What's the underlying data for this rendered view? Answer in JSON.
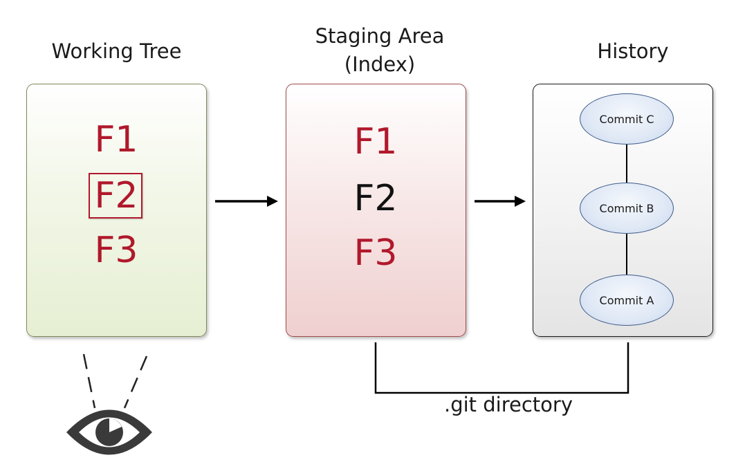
{
  "columns": {
    "working": {
      "title": "Working Tree",
      "files": [
        "F1",
        "F2",
        "F3"
      ]
    },
    "staging": {
      "title_line1": "Staging Area",
      "title_line2": "(Index)",
      "files": [
        "F1",
        "F2",
        "F3"
      ]
    },
    "history": {
      "title": "History",
      "commits": [
        "Commit C",
        "Commit B",
        "Commit A"
      ]
    }
  },
  "git_directory_label": ".git directory",
  "colors": {
    "modified_file": "#b0182b",
    "unchanged_file": "#111111",
    "working_border": "#7d8a5a",
    "staging_border": "#a04a4a",
    "commit_border": "#3d5a8a"
  },
  "icons": [
    "eye-icon",
    "arrow-right-icon"
  ]
}
